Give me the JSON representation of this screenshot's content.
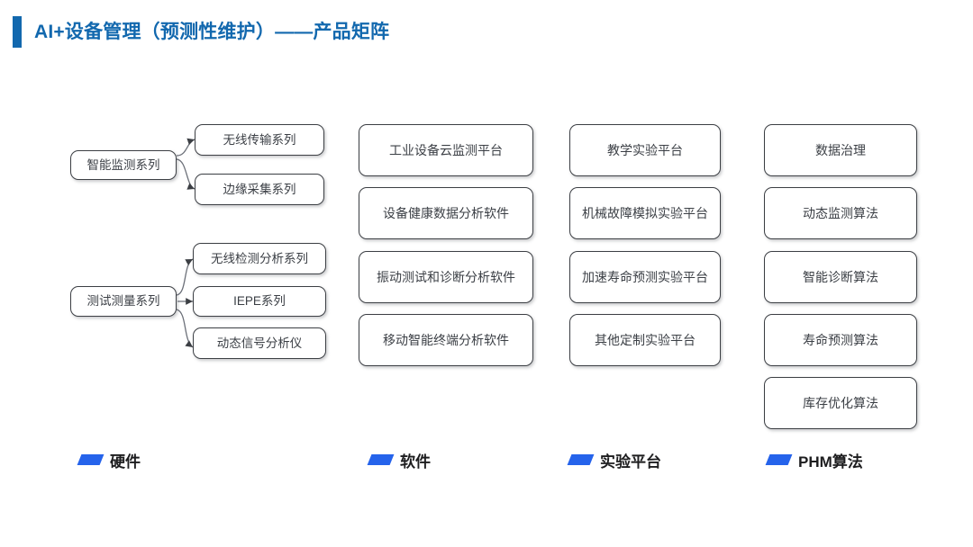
{
  "header": {
    "title": "AI+设备管理（预测性维护）——产品矩阵",
    "accent_color": "#1268AE"
  },
  "colors": {
    "title_blue": "#1268AE",
    "legend_blue": "#2563EB",
    "box_border": "#3C3F44",
    "box_fill": "#FFFFFF",
    "text": "#3B3F45",
    "background": "#FFFFFF"
  },
  "columns": [
    {
      "key": "hardware",
      "legend_label": "硬件",
      "legend_icon": "parallelogram-marker",
      "groups": [
        {
          "source": "智能监测系列",
          "children": [
            "无线传输系列",
            "边缘采集系列"
          ]
        },
        {
          "source": "测试测量系列",
          "children": [
            "无线检测分析系列",
            "IEPE系列",
            "动态信号分析仪"
          ]
        }
      ]
    },
    {
      "key": "software",
      "legend_label": "软件",
      "legend_icon": "parallelogram-marker",
      "items": [
        "工业设备云监测平台",
        "设备健康数据分析软件",
        "振动测试和诊断分析软件",
        "移动智能终端分析软件"
      ]
    },
    {
      "key": "experiment-platform",
      "legend_label": "实验平台",
      "legend_icon": "parallelogram-marker",
      "items": [
        "教学实验平台",
        "机械故障模拟实验平台",
        "加速寿命预测实验平台",
        "其他定制实验平台"
      ]
    },
    {
      "key": "phm-algorithm",
      "legend_label": "PHM算法",
      "legend_icon": "parallelogram-marker",
      "items": [
        "数据治理",
        "动态监测算法",
        "智能诊断算法",
        "寿命预测算法",
        "库存优化算法"
      ]
    }
  ]
}
